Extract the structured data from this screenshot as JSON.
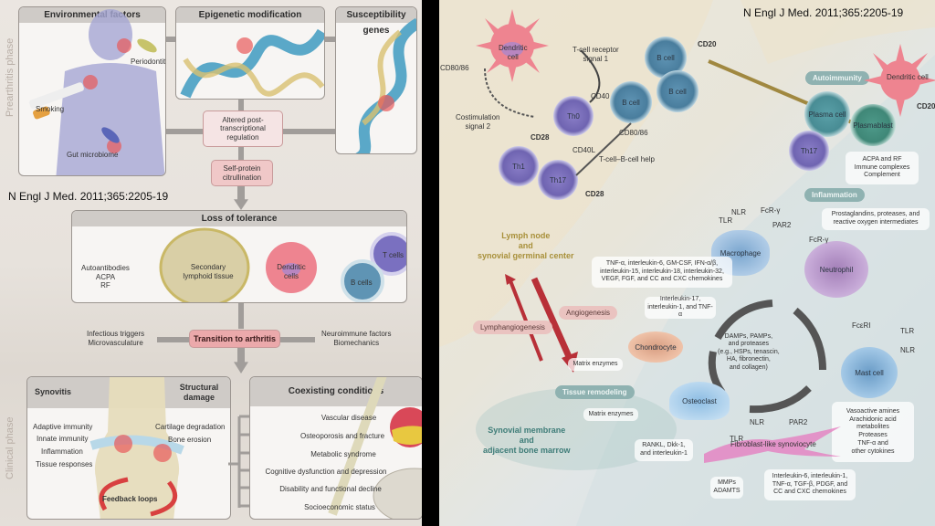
{
  "citation": "N Engl J Med. 2011;365:2205-19",
  "left": {
    "phases": {
      "prearthritis": "Prearthritis phase",
      "clinical": "Clinical phase"
    },
    "environmental": {
      "title": "Environmental factors",
      "items": [
        "Periodontitis",
        "Smoking",
        "Gut microbiome"
      ]
    },
    "epigenetic": {
      "title": "Epigenetic modification"
    },
    "susceptibility": {
      "title": "Susceptibility genes"
    },
    "altered_regulation": "Altered post-transcriptional regulation",
    "citrullination": "Self-protein citrullination",
    "loss_of_tolerance": {
      "title": "Loss of tolerance",
      "autoantibodies": [
        "Autoantibodies",
        "ACPA",
        "RF"
      ],
      "secondary_lymphoid": "Secondary lymphoid tissue",
      "dendritic_cells": "Dendritic cells",
      "t_cells": "T cells",
      "b_cells": "B cells"
    },
    "transition": {
      "label": "Transition to arthritis",
      "left_factors": [
        "Infectious triggers",
        "Microvasculature"
      ],
      "right_factors": [
        "Neuroimmune factors",
        "Biomechanics"
      ]
    },
    "joint_panel": {
      "synovitis": "Synovitis",
      "structural_damage": "Structural damage",
      "synovitis_items": [
        "Adaptive immunity",
        "Innate immunity",
        "Inflammation",
        "Tissue responses"
      ],
      "damage_items": [
        "Cartilage degradation",
        "Bone erosion"
      ],
      "feedback": "Feedback loops"
    },
    "coexisting": {
      "title": "Coexisting conditions",
      "items": [
        "Vascular disease",
        "Osteoporosis and fracture",
        "Metabolic syndrome",
        "Cognitive dysfunction and depression",
        "Disability and functional decline",
        "Socioeconomic status"
      ]
    }
  },
  "right": {
    "lymph_node": [
      "Lymph node",
      "and",
      "synovial germinal center"
    ],
    "synovial_membrane": [
      "Synovial membrane",
      "and",
      "adjacent bone marrow"
    ],
    "dendritic_cell": "Dendritic cell",
    "tcr_signal": [
      "T-cell receptor",
      "signal 1"
    ],
    "costim": [
      "Costimulation",
      "signal 2"
    ],
    "markers": {
      "cd80_86": "CD80/86",
      "cd28": "CD28",
      "cd40": "CD40",
      "cd40l": "CD40L",
      "cd20": "CD20",
      "nlr": "NLR",
      "tlr": "TLR",
      "fcr_gamma": "FcR-γ",
      "par2": "PAR2",
      "fceri": "FcεRI"
    },
    "tcells": [
      "Th0",
      "Th1",
      "Th17"
    ],
    "bcell": "B cell",
    "tb_help": "T-cell–B-cell help",
    "autoimmunity": "Autoimmunity",
    "inflammation": "Inflammation",
    "plasma_cell": "Plasma cell",
    "plasmablast": "Plasmablast",
    "th17_right": "Th17",
    "acpa_box": [
      "ACPA and RF",
      "Immune complexes",
      "Complement"
    ],
    "macrophage": "Macrophage",
    "macrophage_output": [
      "TNF-α, interleukin-6, GM-CSF, IFN-α/β,",
      "interleukin-15, interleukin-18, interleukin-32,",
      "VEGF, FGF, and CC and CXC chemokines"
    ],
    "neutrophil": "Neutrophil",
    "neutrophil_output": [
      "Prostaglandins, proteases, and",
      "reactive oxygen intermediates"
    ],
    "mast_cell": "Mast cell",
    "mast_output": [
      "Vasoactive amines",
      "Arachidonic acid",
      "metabolites",
      "Proteases",
      "TNF-α and",
      "other cytokines"
    ],
    "angiogenesis": "Angiogenesis",
    "lymphangiogenesis": "Lymphangiogenesis",
    "il17_box": [
      "Interleukin-17,",
      "interleukin-1, and TNF-α"
    ],
    "chondrocyte": "Chondrocyte",
    "matrix_enzymes": "Matrix enzymes",
    "damps": [
      "DAMPs, PAMPs,",
      "and proteases",
      "(e.g., HSPs, tenascin,",
      "HA, fibronectin,",
      "and collagen)"
    ],
    "tissue_remodeling": "Tissue remodeling",
    "osteoclast": "Osteoclast",
    "rankl": [
      "RANKL, Dkk-1,",
      "and interleukin-1"
    ],
    "fls": "Fibroblast-like synoviocyte",
    "mmps": [
      "MMPs",
      "ADAMTS"
    ],
    "fls_output": [
      "Interleukin-6, interleukin-1,",
      "TNF-α, TGF-β, PDGF, and",
      "CC and CXC chemokines"
    ]
  }
}
